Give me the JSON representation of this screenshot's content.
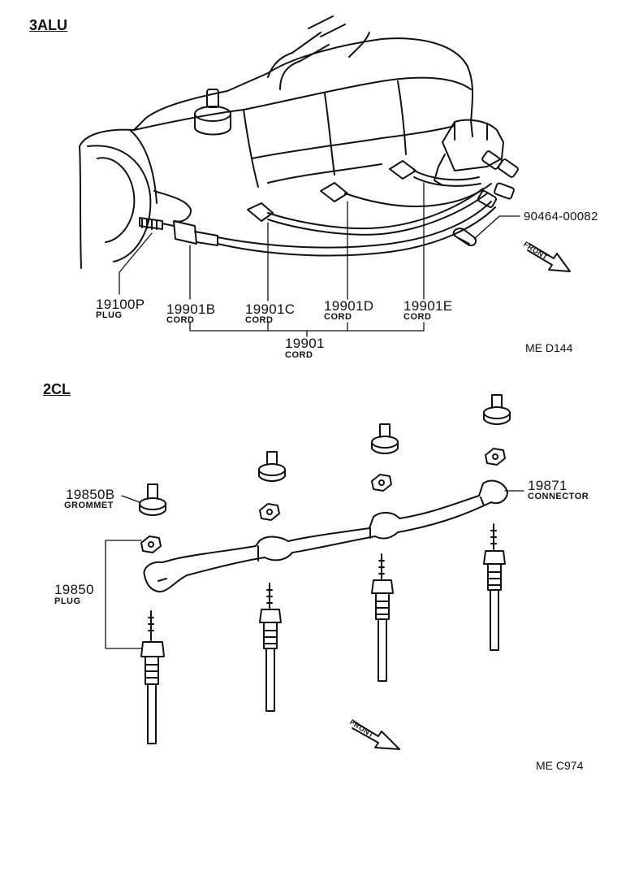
{
  "sections": {
    "top": {
      "title": "3ALU",
      "figure_code": "ME D144"
    },
    "bottom": {
      "title": "2CL",
      "figure_code": "ME C974"
    }
  },
  "top_callouts": {
    "plug": {
      "number": "19100P",
      "desc": "PLUG"
    },
    "cord_b": {
      "number": "19901B",
      "desc": "CORD"
    },
    "cord_c": {
      "number": "19901C",
      "desc": "CORD"
    },
    "cord_d": {
      "number": "19901D",
      "desc": "CORD"
    },
    "cord_e": {
      "number": "19901E",
      "desc": "CORD"
    },
    "cord_set": {
      "number": "19901",
      "desc": "CORD"
    },
    "clamp": {
      "number": "90464-00082"
    }
  },
  "bottom_callouts": {
    "grommet": {
      "number": "19850B",
      "desc": "GROMMET"
    },
    "connector": {
      "number": "19871",
      "desc": "CONNECTOR"
    },
    "glow_plug": {
      "number": "19850",
      "desc": "PLUG"
    }
  },
  "direction": {
    "front_label": "FRONT"
  }
}
